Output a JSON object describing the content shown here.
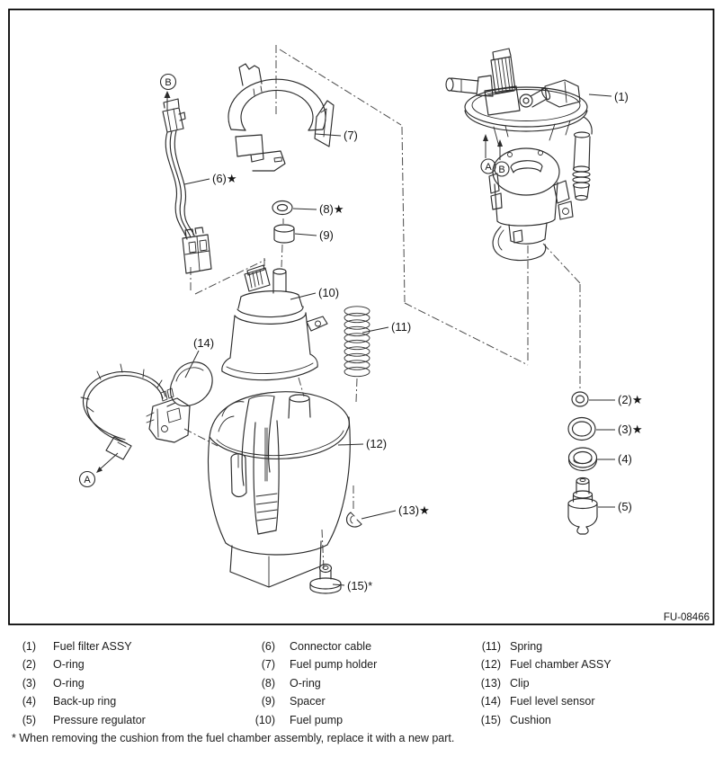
{
  "figure": {
    "code": "FU-08466"
  },
  "callouts": [
    {
      "id": "1",
      "label": "(1)",
      "marker": ""
    },
    {
      "id": "2",
      "label": "(2)",
      "marker": "★"
    },
    {
      "id": "3",
      "label": "(3)",
      "marker": "★"
    },
    {
      "id": "4",
      "label": "(4)",
      "marker": ""
    },
    {
      "id": "5",
      "label": "(5)",
      "marker": ""
    },
    {
      "id": "6",
      "label": "(6)",
      "marker": "★"
    },
    {
      "id": "7",
      "label": "(7)",
      "marker": ""
    },
    {
      "id": "8",
      "label": "(8)",
      "marker": "★"
    },
    {
      "id": "9",
      "label": "(9)",
      "marker": ""
    },
    {
      "id": "10",
      "label": "(10)",
      "marker": ""
    },
    {
      "id": "11",
      "label": "(11)",
      "marker": ""
    },
    {
      "id": "12",
      "label": "(12)",
      "marker": ""
    },
    {
      "id": "13",
      "label": "(13)",
      "marker": "★"
    },
    {
      "id": "14",
      "label": "(14)",
      "marker": ""
    },
    {
      "id": "15",
      "label": "(15)",
      "marker": "*"
    }
  ],
  "ref_letters": [
    {
      "id": "b-top-left",
      "letter": "B"
    },
    {
      "id": "a-filter",
      "letter": "A"
    },
    {
      "id": "b-filter",
      "letter": "B"
    },
    {
      "id": "a-bottom-left",
      "letter": "A"
    }
  ],
  "legend": {
    "columns": [
      {
        "items": [
          {
            "num": "(1)",
            "name": "Fuel filter ASSY"
          },
          {
            "num": "(2)",
            "name": "O-ring"
          },
          {
            "num": "(3)",
            "name": "O-ring"
          },
          {
            "num": "(4)",
            "name": "Back-up ring"
          },
          {
            "num": "(5)",
            "name": "Pressure regulator"
          }
        ]
      },
      {
        "items": [
          {
            "num": "(6)",
            "name": "Connector cable"
          },
          {
            "num": "(7)",
            "name": "Fuel pump holder"
          },
          {
            "num": "(8)",
            "name": "O-ring"
          },
          {
            "num": "(9)",
            "name": "Spacer"
          },
          {
            "num": "(10)",
            "name": "Fuel pump"
          }
        ]
      },
      {
        "items": [
          {
            "num": "(11)",
            "name": "Spring"
          },
          {
            "num": "(12)",
            "name": "Fuel chamber ASSY"
          },
          {
            "num": "(13)",
            "name": "Clip"
          },
          {
            "num": "(14)",
            "name": "Fuel level sensor"
          },
          {
            "num": "(15)",
            "name": "Cushion"
          }
        ]
      }
    ],
    "footnote": "* When removing the cushion from the fuel chamber assembly, replace it with a new part."
  }
}
